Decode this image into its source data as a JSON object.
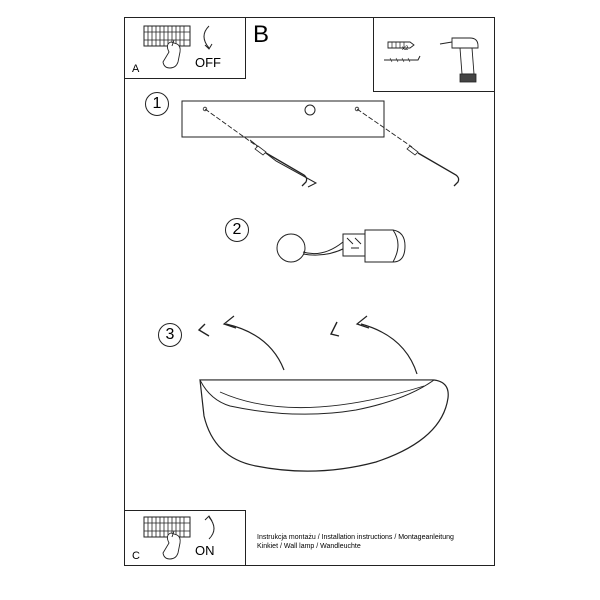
{
  "step_a": {
    "letter": "A",
    "state": "OFF"
  },
  "step_b": {
    "letter": "B",
    "quantity": "x2"
  },
  "step_c": {
    "letter": "C",
    "state": "ON"
  },
  "steps": [
    "1",
    "2",
    "3"
  ],
  "caption": {
    "line1": "Instrukcja montażu / Installation instructions / Montageanleitung",
    "line2": "Kinkiet / Wall lamp / Wandleuchte"
  }
}
